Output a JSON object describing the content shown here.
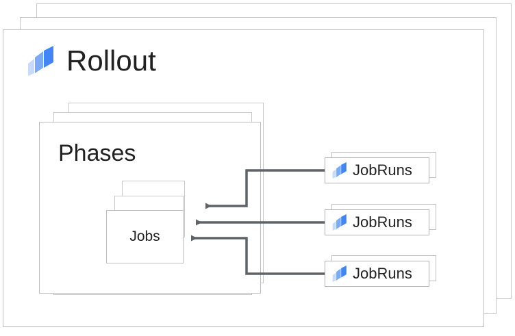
{
  "diagram": {
    "title": "Rollout",
    "logo_icon": "rollout-logo-icon",
    "phases": {
      "title": "Phases",
      "jobs": {
        "title": "Jobs",
        "stack_count": 3
      },
      "stack_count": 3
    },
    "rollout_stack_count": 3,
    "jobruns": [
      {
        "label": "JobRuns",
        "icon": "rollout-logo-icon"
      },
      {
        "label": "JobRuns",
        "icon": "rollout-logo-icon"
      },
      {
        "label": "JobRuns",
        "icon": "rollout-logo-icon"
      }
    ],
    "colors": {
      "logo_light": "#c6dafc",
      "logo_mid": "#7baaf7",
      "logo_dark": "#4285f4",
      "card_border": "#bdbdbd",
      "connector": "#5f6368",
      "text": "#212121",
      "background": "#ffffff"
    },
    "connectors": [
      {
        "from": "jobruns-1",
        "to": "jobs",
        "direction": "left"
      },
      {
        "from": "jobruns-2",
        "to": "jobs",
        "direction": "left"
      },
      {
        "from": "jobruns-3",
        "to": "jobs",
        "direction": "left"
      }
    ]
  }
}
